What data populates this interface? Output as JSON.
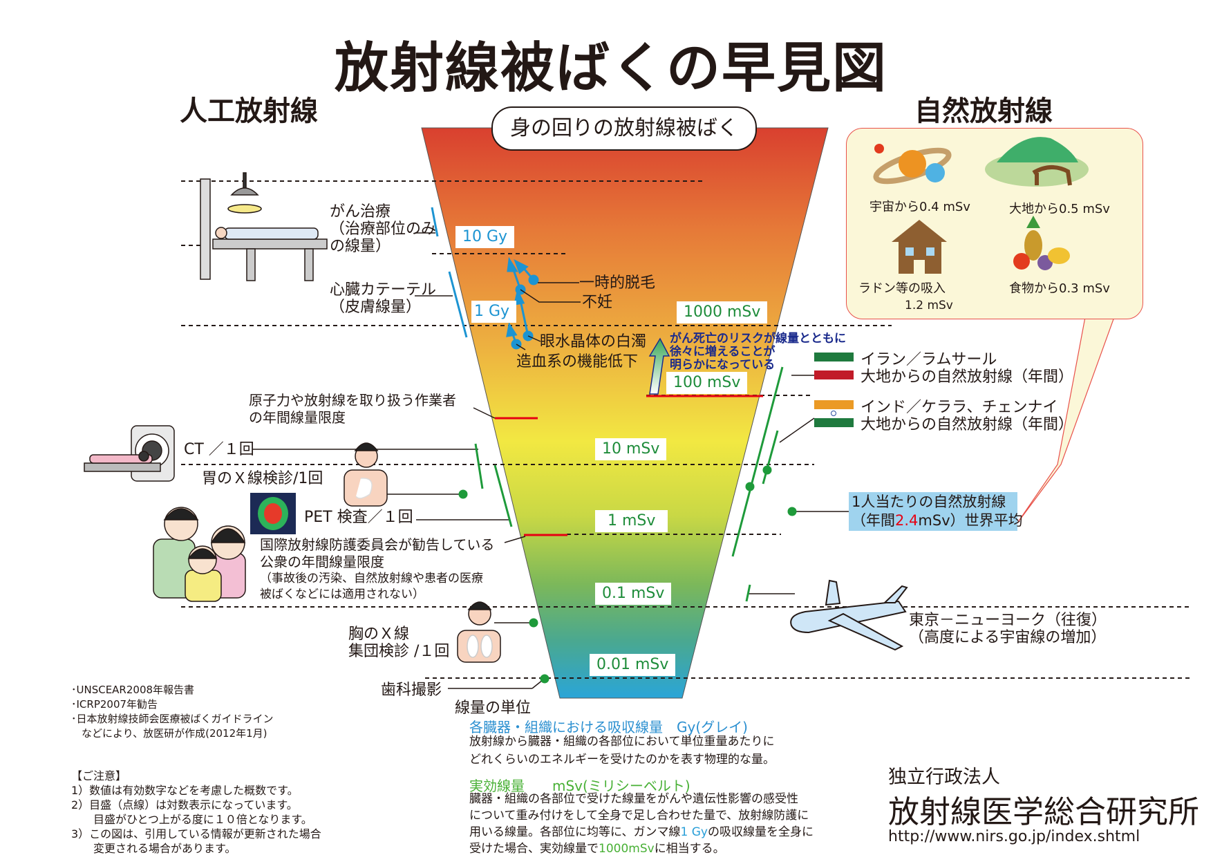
{
  "title": "放射線被ばくの早見図",
  "left_heading": "人工放射線",
  "right_heading": "自然放射線",
  "bubble": "身の回りの放射線被ばく",
  "colors": {
    "funnel_top": "#d9402f",
    "funnel_mid": "#f0e442",
    "funnel_bottom": "#2aa5d8",
    "gy": "#1c94d2",
    "msv": "#1e8c3a",
    "limit_red": "#e60012",
    "world_box": "#9fd3ee"
  },
  "scale": {
    "gy": [
      "10 Gy",
      "1 Gy"
    ],
    "msv": [
      "1000 mSv",
      "100 mSv",
      "10 mSv",
      "1 mSv",
      "0.1 mSv",
      "0.01 mSv"
    ]
  },
  "artificial": {
    "cancer_treatment": [
      "がん治療",
      "（治療部位のみ",
      "の線量）"
    ],
    "cardiac_catheter": [
      "心臓カテーテル",
      "（皮膚線量）"
    ],
    "worker_limit": [
      "原子力や放射線を取り扱う作業者",
      "の年間線量限度"
    ],
    "ct": "CT ／１回",
    "stomach_xray": "胃のＸ線検診/1回",
    "pet": "PET 検査／１回",
    "public_limit": [
      "国際放射線防護委員会が勧告している",
      "公衆の年間線量限度"
    ],
    "public_limit_note": [
      "（事故後の汚染、自然放射線や患者の医療",
      "被ばくなどには適用されない）"
    ],
    "chest_xray": [
      "胸のＸ線",
      "集団検診 /１回"
    ],
    "dental": "歯科撮影"
  },
  "effects": {
    "hair_loss": "一時的脱毛",
    "sterility": "不妊",
    "cataract": "眼水晶体の白濁",
    "hematopoietic": "造血系の機能低下",
    "cancer_risk": [
      "がん死亡のリスクが線量とともに",
      "徐々に増えることが",
      "明らかになっている"
    ]
  },
  "natural": {
    "cosmic": "宇宙から0.4 mSv",
    "ground": "大地から0.5 mSv",
    "radon": "ラドン等の吸入",
    "radon_value": "1.2 mSv",
    "food": "食物から0.3 mSv",
    "iran": [
      "イラン／ラムサール",
      "大地からの自然放射線（年間）"
    ],
    "india": [
      "インド／ケララ、チェンナイ",
      "大地からの自然放射線（年間）"
    ],
    "world_avg_line1": "1人当たりの自然放射線",
    "world_avg_pre": "（年間",
    "world_avg_value": "2.4",
    "world_avg_post": "mSv）世界平均",
    "flight": [
      "東京－ニューヨーク（往復）",
      "（高度による宇宙線の増加）"
    ]
  },
  "sources": [
    "･UNSCEAR2008年報告書",
    "･ICRP2007年勧告",
    "･日本放射線技師会医療被ばくガイドライン",
    "　などにより、放医研が作成(2012年1月)"
  ],
  "notes": {
    "heading": "【ご注意】",
    "items": [
      "1）数値は有効数字などを考慮した概数です。",
      "2）目盛（点線）は対数表示になっています。",
      "　　目盛がひとつ上がる度に１０倍となります。",
      "3）この図は、引用している情報が更新された場合",
      "　　変更される場合があります。"
    ]
  },
  "units": {
    "heading": "線量の単位",
    "gy_heading": "各臓器・組織における吸収線量　Gy(グレイ)",
    "gy_desc": [
      "放射線から臓器・組織の各部位において単位重量あたりに",
      "どれくらいのエネルギーを受けたのかを表す物理的な量。"
    ],
    "sv_heading": "実効線量　　mSv(ミリシーベルト)",
    "sv_desc1": "臓器・組織の各部位で受けた線量をがんや遺伝性影響の感受性",
    "sv_desc2": "について重み付けをして全身で足し合わせた量で、放射線防護に",
    "sv_desc3_pre": "用いる線量。各部位に均等に、ガンマ線",
    "sv_desc3_gy": "1 Gy",
    "sv_desc3_post": "の吸収線量を全身に",
    "sv_desc4_pre": "受けた場合、実効線量で",
    "sv_desc4_val": "1000mSv",
    "sv_desc4_post": "に相当する。"
  },
  "institute": {
    "type": "独立行政法人",
    "name": "放射線医学総合研究所",
    "url": "http://www.nirs.go.jp/index.shtml"
  }
}
